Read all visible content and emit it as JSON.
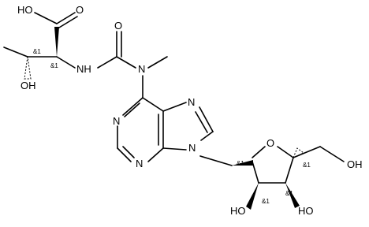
{
  "molecule": {
    "atoms": {
      "acid_oh": "HO",
      "acid_o": "O",
      "urea_o": "O",
      "nh": "NH",
      "n_me": "N",
      "thr_oh": "OH",
      "pur_n1": "N",
      "pur_n3": "N",
      "pur_n7": "N",
      "pur_n9": "N",
      "ring_o": "O",
      "oh_5": "OH",
      "oh_2": "HO",
      "oh_3": "HO"
    },
    "stereo": {
      "thr_alpha": "&1",
      "thr_beta": "&1",
      "c1": "&1",
      "c2": "&1",
      "c3": "&1",
      "c4": "&1"
    }
  }
}
